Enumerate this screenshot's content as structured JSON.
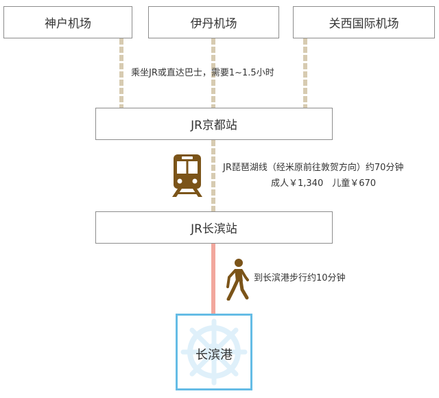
{
  "airports": [
    "神户机场",
    "伊丹机场",
    "关西国际机场"
  ],
  "airport_note": "乘坐JR或直达巴士，需要1~1.5小时",
  "kyoto_station": "JR京都站",
  "train_note": "JR琵琶湖线（经米原前往敦贺方向）约70分钟",
  "fare_note": "成人￥1,340　儿童￥670",
  "nagahama_station": "JR长滨站",
  "walk_note": "到长滨港步行约10分钟",
  "port": "长滨港",
  "icons": {
    "train": "train-icon",
    "walking": "walking-person-icon",
    "ship_wheel": "ship-wheel-icon"
  },
  "colors": {
    "rail_track": "#d7cbb1",
    "walk_line": "#f2a79d",
    "icon_brown": "#7b5419",
    "port_border": "#65bce5",
    "wheel": "#dff0fa",
    "box_border": "#8c8c8c"
  }
}
